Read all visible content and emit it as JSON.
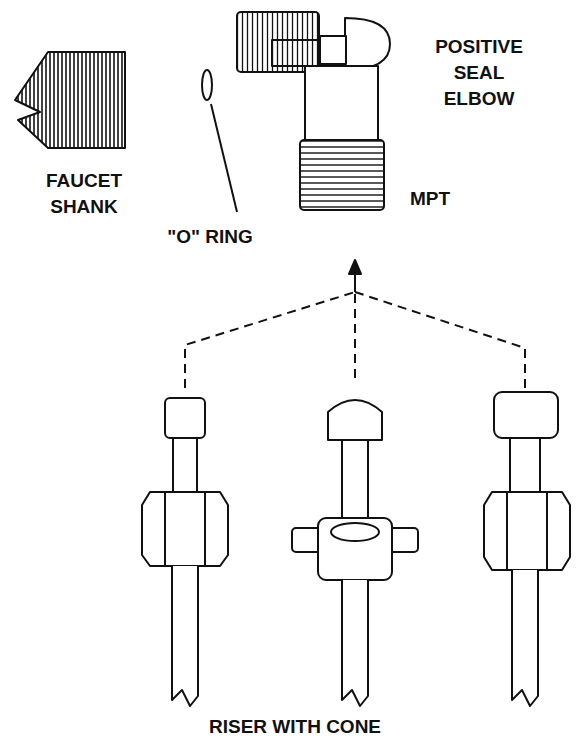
{
  "diagram": {
    "labels": [
      "POSITIVE SEAL ELBOW",
      "FAUCET SHANK",
      "MPT",
      "\"O\" RING",
      "RISER WITH CONE"
    ]
  }
}
